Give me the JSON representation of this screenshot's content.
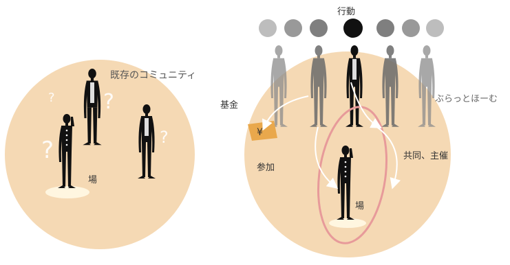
{
  "left": {
    "title": "既存のコミュニティ",
    "place": "場",
    "question_mark": "?"
  },
  "right": {
    "action_label": "行動",
    "brand_label": "ぶらっとほーむ",
    "fund_label": "基金",
    "yen_symbol": "¥",
    "participate_label": "参加",
    "cohost_label": "共同、主催",
    "place": "場"
  },
  "colors": {
    "circle_fill": "#f5d9b4",
    "figure_dark": "#111111",
    "oval_stroke": "#e79a9a",
    "fund_fill": "#e9a84c",
    "arrow": "#ffffff"
  }
}
